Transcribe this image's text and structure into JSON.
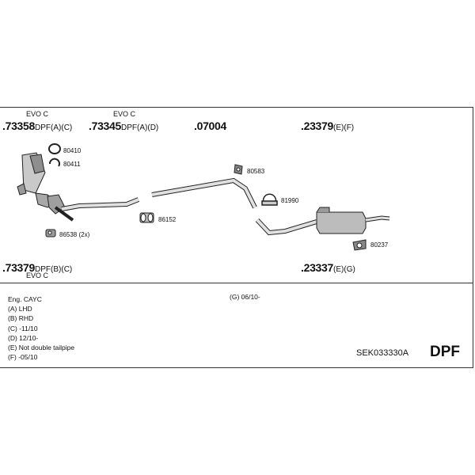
{
  "groups": [
    {
      "part": ".73358",
      "suffix": "DPF(A)(C)",
      "note": "EVO C"
    },
    {
      "part": ".73345",
      "suffix": "DPF(A)(D)",
      "note": "EVO C"
    },
    {
      "part": ".07004",
      "suffix": ""
    },
    {
      "part": ".23379",
      "suffix": "(E)(F)"
    },
    {
      "part": ".73379",
      "suffix": "DPF(B)(C)",
      "note": "EVO C"
    },
    {
      "part": ".23337",
      "suffix": "(E)(G)"
    }
  ],
  "small_parts": [
    "80410",
    "80411",
    "80583",
    "81990",
    "86152",
    "86538 (2x)",
    "80237"
  ],
  "notes": [
    "Eng. CAYC",
    "(A) LHD",
    "(B) RHD",
    "(C) -11/10",
    "(D) 12/10-",
    "(E) Not double tailpipe",
    "(F) -05/10"
  ],
  "g_note": "(G) 06/10-",
  "kit_code": "SEK033330A",
  "type_label": "DPF"
}
